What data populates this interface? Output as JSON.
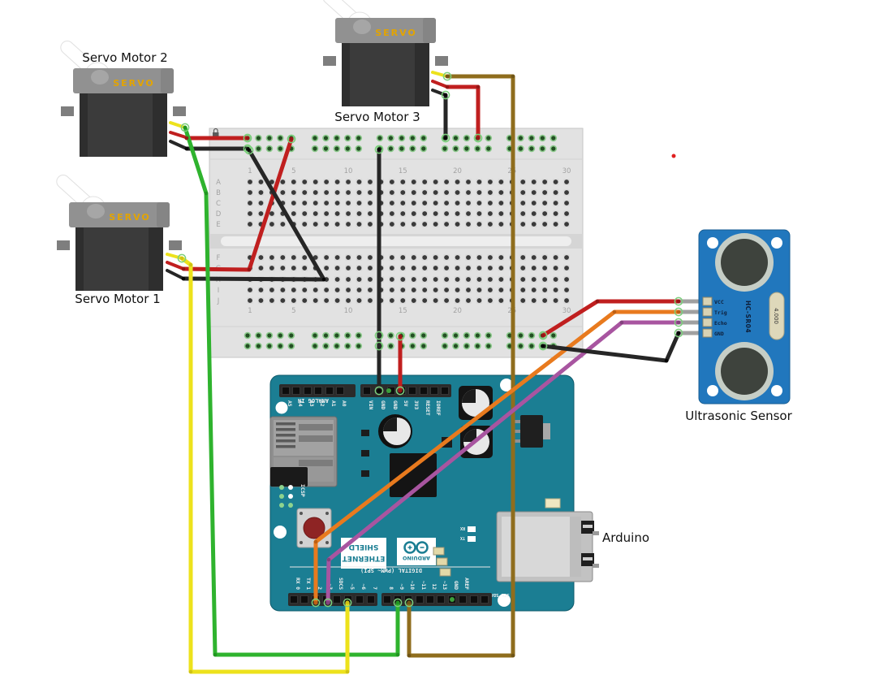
{
  "labels": {
    "servo1": "Servo Motor 1",
    "servo2": "Servo Motor 2",
    "servo3": "Servo Motor 3",
    "arduino": "Arduino",
    "ultrasonic": "Ultrasonic Sensor"
  },
  "servo": {
    "brand": "SERVO"
  },
  "ultrasonic_sensor": {
    "pins": [
      "VCC",
      "Trig",
      "Echo",
      "GND"
    ],
    "chip_label": "HC-SR04",
    "crystal_label": "4.000"
  },
  "arduino_board": {
    "analog_caption": "ANALOG IN",
    "analog_pins": [
      "A5",
      "A4",
      "A3",
      "A2",
      "A1",
      "A0"
    ],
    "power_pins": [
      "VIN",
      "GND",
      "GND",
      "5V",
      "3V3",
      "RESET",
      "IOREF",
      ""
    ],
    "digital_caption": "DIGITAL (PWM~ SPI)",
    "digital_pins_left": [
      "RX 0",
      "TX 1",
      "2",
      "~3",
      "SDCS",
      "~5",
      "~6",
      "7"
    ],
    "digital_pins_right": [
      "8",
      "~9",
      "~10",
      "~11",
      "12",
      "~13",
      "GND",
      "AREF",
      "",
      ""
    ],
    "i2c_caption": "SCL SDA",
    "icsp_caption": "ICSP",
    "rx_label": "RX",
    "tx_label": "TX",
    "shield_name_line1": "ETHERNET",
    "shield_name_line2": "SHIELD",
    "logo_text": "ARDUINO"
  },
  "breadboard": {
    "column_numbers": [
      "1",
      "5",
      "10",
      "15",
      "20",
      "25",
      "30"
    ],
    "row_letters_top": [
      "A",
      "B",
      "C",
      "D",
      "E"
    ],
    "row_letters_bottom": [
      "F",
      "G",
      "H",
      "I",
      "J"
    ]
  },
  "wire_colors": {
    "red": "#c01f1f",
    "black": "#262626",
    "yellow": "#ede21c",
    "green": "#2fb32e",
    "orange": "#e87a1e",
    "purple": "#a855a0",
    "brown": "#8f6d1d"
  },
  "board_colors": {
    "arduino_teal": "#1b7e93",
    "breadboard_gray": "#e2e2e2",
    "ultrasonic_blue": "#2177bd"
  }
}
